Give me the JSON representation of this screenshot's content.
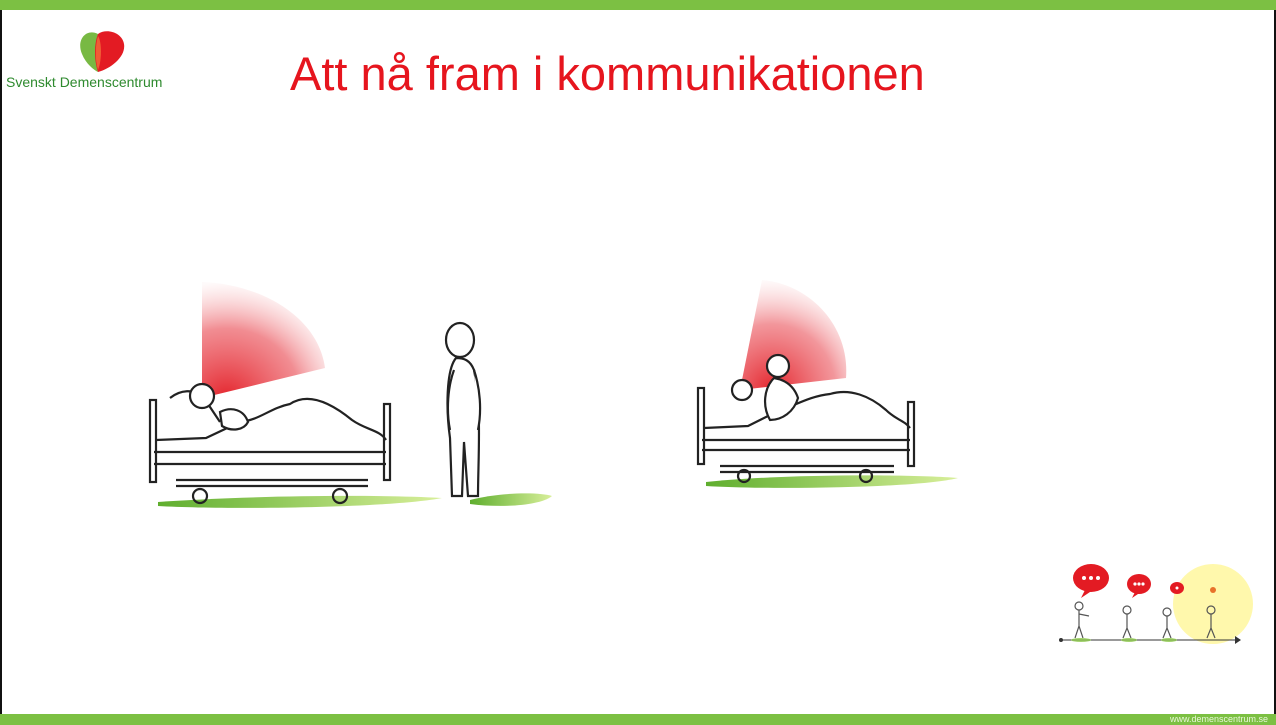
{
  "slide": {
    "title": "Att nå fram i kommunikationen",
    "footer_url": "www.demenscentrum.se"
  },
  "logo": {
    "text": "Svenskt Demenscentrum"
  },
  "colors": {
    "accent_green": "#7cc043",
    "title_red": "#e6151e",
    "logo_red": "#e31b23",
    "logo_green": "#78b943"
  },
  "illustrations": [
    {
      "name": "patient-bed-standing-caregiver"
    },
    {
      "name": "patient-bed-caregiver-at-bedside"
    },
    {
      "name": "communication-distance-timeline"
    }
  ]
}
